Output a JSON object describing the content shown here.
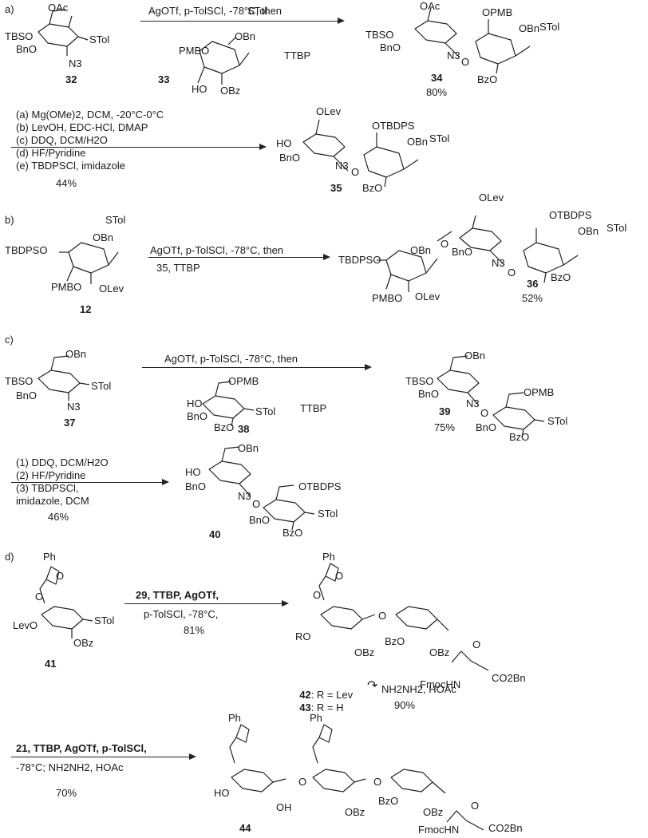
{
  "sections": {
    "a": {
      "label": "a)",
      "step1": {
        "conditions": "AgOTf, p-TolSCl, -78°C, then",
        "additive": "TTBP",
        "sm_label": "32",
        "acceptor_label": "33",
        "product_label": "34",
        "yield": "80%",
        "sm": {
          "g1": "OAc",
          "g2": "TBSO",
          "g3": "BnO",
          "g4": "N3",
          "g5": "STol"
        },
        "acceptor": {
          "g1": "PMBO",
          "g2": "OBn",
          "g3": "STol",
          "g4": "HO",
          "g5": "OBz"
        },
        "product": {
          "g1": "OAc",
          "g2": "TBSO",
          "g3": "BnO",
          "g4": "N3",
          "g5": "O",
          "g6": "OPMB",
          "g7": "OBn",
          "g8": "STol",
          "g9": "BzO"
        }
      },
      "step2": {
        "conditions": [
          "(a) Mg(OMe)2, DCM, -20°C-0°C",
          "(b) LevOH, EDC-HCl, DMAP",
          "(c) DDQ, DCM/H2O",
          "(d) HF/Pyridine",
          "(e) TBDPSCl, imidazole"
        ],
        "yield": "44%",
        "product_label": "35",
        "product": {
          "g1": "OLev",
          "g2": "HO",
          "g3": "BnO",
          "g4": "N3",
          "g5": "O",
          "g6": "OTBDPS",
          "g7": "OBn",
          "g8": "STol",
          "g9": "BzO"
        }
      }
    },
    "b": {
      "label": "b)",
      "conditions": [
        "AgOTf, p-TolSCl, -78°C, then",
        "35, TTBP"
      ],
      "sm_label": "12",
      "product_label": "36",
      "yield": "52%",
      "sm": {
        "g1": "TBDPSO",
        "g2": "OBn",
        "g3": "STol",
        "g4": "PMBO",
        "g5": "OLev"
      },
      "product": {
        "g1": "TBDPSO",
        "g2": "OBn",
        "g3": "PMBO",
        "g4": "OLev",
        "g5": "O",
        "g6": "OLev",
        "g7": "BnO",
        "g8": "N3",
        "g9": "O",
        "g10": "OTBDPS",
        "g11": "OBn",
        "g12": "STol",
        "g13": "BzO"
      }
    },
    "c": {
      "label": "c)",
      "step1": {
        "conditions": "AgOTf, p-TolSCl, -78°C, then",
        "additive": "TTBP",
        "sm_label": "37",
        "acceptor_label": "38",
        "product_label": "39",
        "yield": "75%",
        "sm": {
          "g1": "OBn",
          "g2": "TBSO",
          "g3": "BnO",
          "g4": "N3",
          "g5": "STol"
        },
        "acceptor": {
          "g1": "OPMB",
          "g2": "HO",
          "g3": "BnO",
          "g4": "STol",
          "g5": "BzO"
        },
        "product": {
          "g1": "OBn",
          "g2": "TBSO",
          "g3": "BnO",
          "g4": "N3",
          "g5": "O",
          "g6": "OPMB",
          "g7": "BnO",
          "g8": "STol",
          "g9": "BzO"
        }
      },
      "step2": {
        "conditions": [
          "(1) DDQ, DCM/H2O",
          "(2) HF/Pyridine",
          "(3) TBDPSCl,",
          "imidazole, DCM"
        ],
        "yield": "46%",
        "product_label": "40",
        "product": {
          "g1": "OBn",
          "g2": "HO",
          "g3": "BnO",
          "g4": "N3",
          "g5": "O",
          "g6": "OTBDPS",
          "g7": "BnO",
          "g8": "STol",
          "g9": "BzO"
        }
      }
    },
    "d": {
      "label": "d)",
      "step1": {
        "conditions": [
          "29, TTBP, AgOTf,",
          "p-TolSCl, -78°C,"
        ],
        "yield": "81%",
        "sm_label": "41",
        "sm": {
          "g1": "Ph",
          "g2": "O",
          "g3": "O",
          "g4": "LevO",
          "g5": "STol",
          "g6": "OBz"
        },
        "product": {
          "g1": "Ph",
          "g2": "O",
          "g3": "O",
          "g4": "RO",
          "g5": "OBz",
          "g6": "O",
          "g7": "BzO",
          "g8": "OBz",
          "g9": "O",
          "g10": "FmocHN",
          "g11": "CO2Bn"
        },
        "product_labels": [
          {
            "num": "42",
            "text": ": R = Lev"
          },
          {
            "num": "43",
            "text": ": R = H"
          }
        ],
        "deprotect": "NH2NH2, HOAc",
        "deprotect_yield": "90%"
      },
      "step2": {
        "conditions": [
          "21, TTBP, AgOTf, p-TolSCl,",
          "-78°C; NH2NH2, HOAc"
        ],
        "yield": "70%",
        "product_label": "44",
        "product": {
          "g1": "Ph",
          "g2": "Ph",
          "g3": "HO",
          "g4": "OH",
          "g5": "O",
          "g6": "OBz",
          "g7": "O",
          "g8": "BzO",
          "g9": "OBz",
          "g10": "O",
          "g11": "FmocHN",
          "g12": "CO2Bn"
        }
      }
    }
  }
}
